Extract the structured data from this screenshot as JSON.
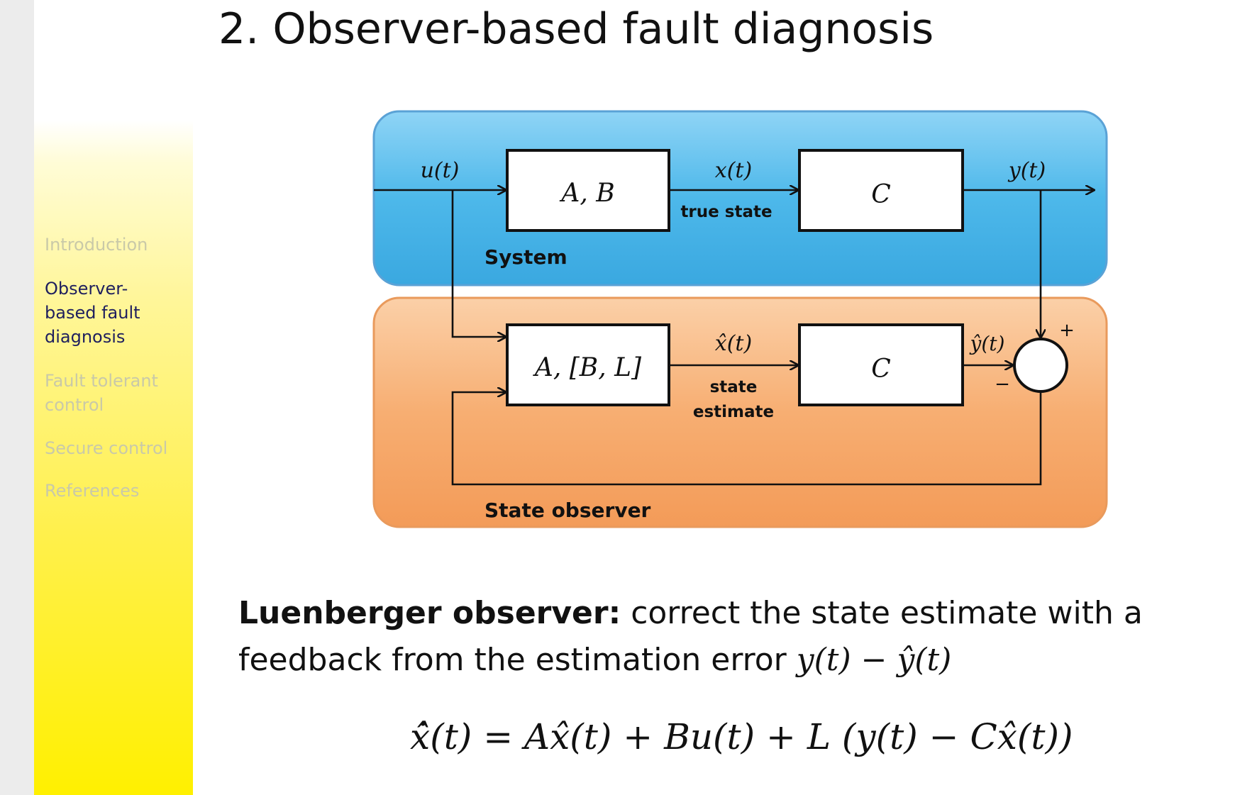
{
  "slide": {
    "title": "2. Observer-based fault diagnosis"
  },
  "sidebar": {
    "items": [
      {
        "label_lines": [
          "Introduction"
        ],
        "active": false
      },
      {
        "label_lines": [
          "Observer-",
          "based fault",
          "diagnosis"
        ],
        "active": true
      },
      {
        "label_lines": [
          "Fault tolerant",
          "control"
        ],
        "active": false
      },
      {
        "label_lines": [
          "Secure control"
        ],
        "active": false
      },
      {
        "label_lines": [
          "References"
        ],
        "active": false
      }
    ]
  },
  "diagram": {
    "system_label": "System",
    "observer_label": "State observer",
    "system_block_1": "A, B",
    "system_block_2": "C",
    "observer_block_1": "A, [B, L]",
    "observer_block_2": "C",
    "input_signal": "u(t)",
    "state_signal": "x(t)",
    "state_caption": "true state",
    "output_signal": "y(t)",
    "estimate_signal": "x̂(t)",
    "estimate_caption_line1": "state",
    "estimate_caption_line2": "estimate",
    "estimated_output_signal": "ŷ(t)",
    "plus_sign": "+",
    "minus_sign": "−",
    "colors": {
      "system_fill": "#4db8ea",
      "system_border": "#5aa2d6",
      "observer_fill": "#f7ae72",
      "observer_border": "#e99a5c"
    }
  },
  "text": {
    "bold_lead": "Luenberger observer:",
    "body_part1": " correct the state estimate with a",
    "body_part2": "feedback from the estimation error ",
    "error_expr": "y(t) − ŷ(t)",
    "equation": "x̂̇(t) = Ax̂(t) + Bu(t) + L (y(t) − Cx̂(t))"
  }
}
